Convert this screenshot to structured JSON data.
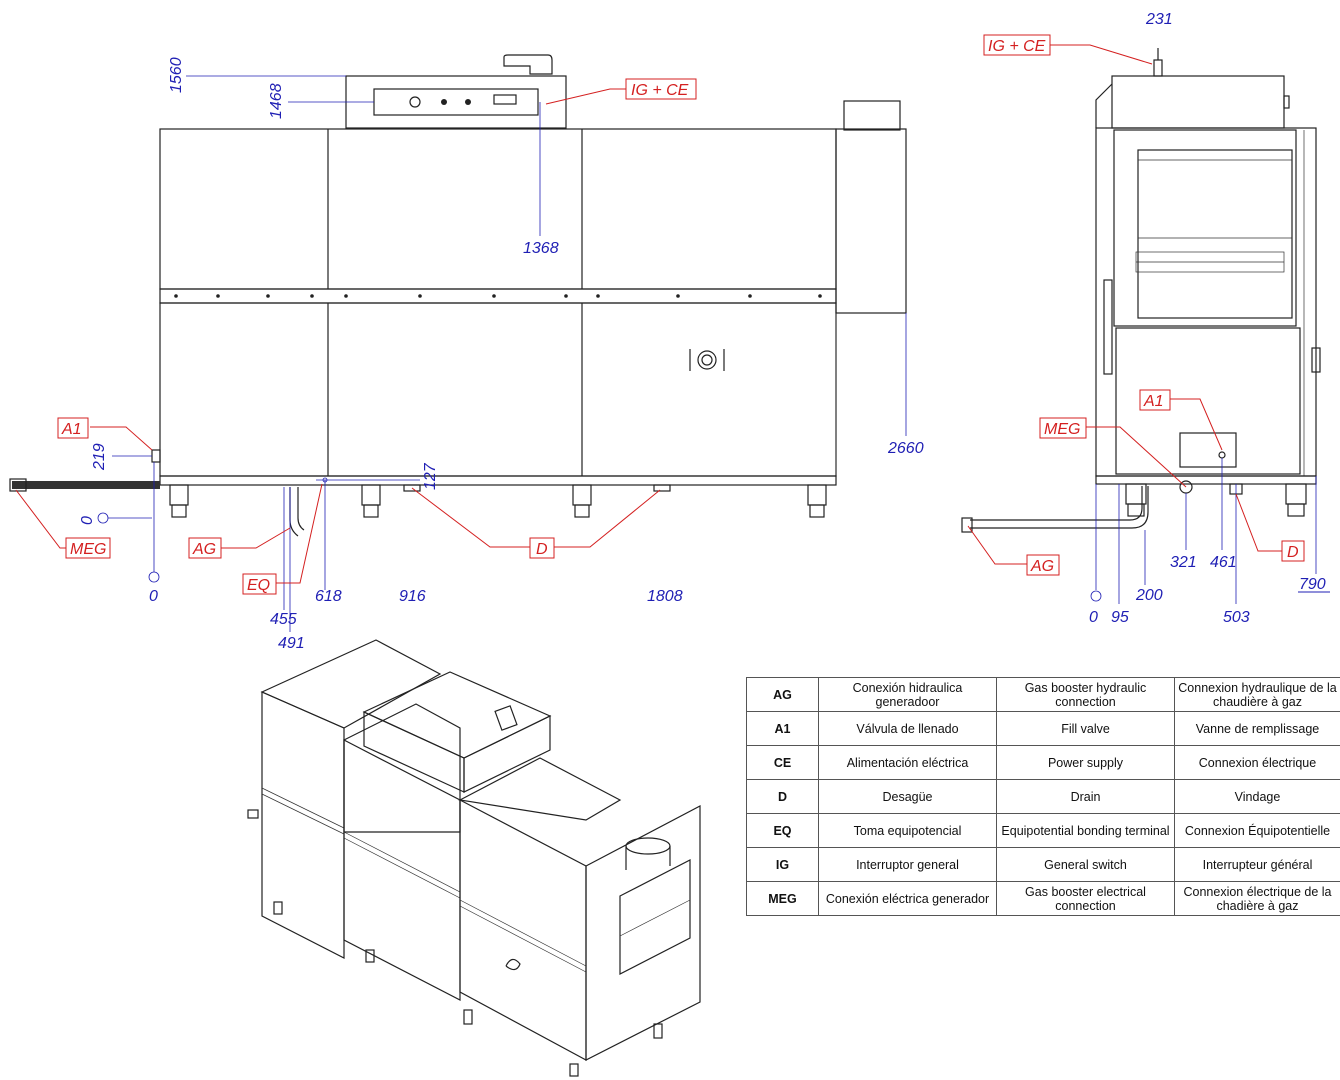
{
  "front_view": {
    "dimensions": [
      "1560",
      "1468",
      "1368",
      "219",
      "0",
      "127",
      "2660",
      "0",
      "455",
      "491",
      "618",
      "916",
      "1808"
    ],
    "tags": [
      "IG + CE",
      "A1",
      "MEG",
      "AG",
      "EQ",
      "D"
    ]
  },
  "side_view": {
    "dimensions": [
      "231",
      "321",
      "461",
      "0",
      "95",
      "200",
      "503",
      "790"
    ],
    "tags": [
      "IG + CE",
      "A1",
      "MEG",
      "AG",
      "D"
    ]
  },
  "legend": {
    "rows": [
      {
        "code": "AG",
        "es": "Conexión hidraulica generadoor",
        "en": "Gas booster hydraulic connection",
        "fr": "Connexion hydraulique de la chaudière à gaz"
      },
      {
        "code": "A1",
        "es": "Válvula de llenado",
        "en": "Fill valve",
        "fr": "Vanne de remplissage"
      },
      {
        "code": "CE",
        "es": "Alimentación eléctrica",
        "en": "Power supply",
        "fr": "Connexion électrique"
      },
      {
        "code": "D",
        "es": "Desagüe",
        "en": "Drain",
        "fr": "Vindage"
      },
      {
        "code": "EQ",
        "es": "Toma equipotencial",
        "en": "Equipotential bonding terminal",
        "fr": "Connexion Équipotentielle"
      },
      {
        "code": "IG",
        "es": "Interruptor general",
        "en": "General switch",
        "fr": "Interrupteur général"
      },
      {
        "code": "MEG",
        "es": "Conexión  eléctrica generador",
        "en": "Gas booster electrical connection",
        "fr": "Connexion électrique de la chadière à gaz"
      }
    ]
  },
  "colors": {
    "dimension": "#1f1fb4",
    "tag": "#d42020",
    "line": "#222222"
  }
}
